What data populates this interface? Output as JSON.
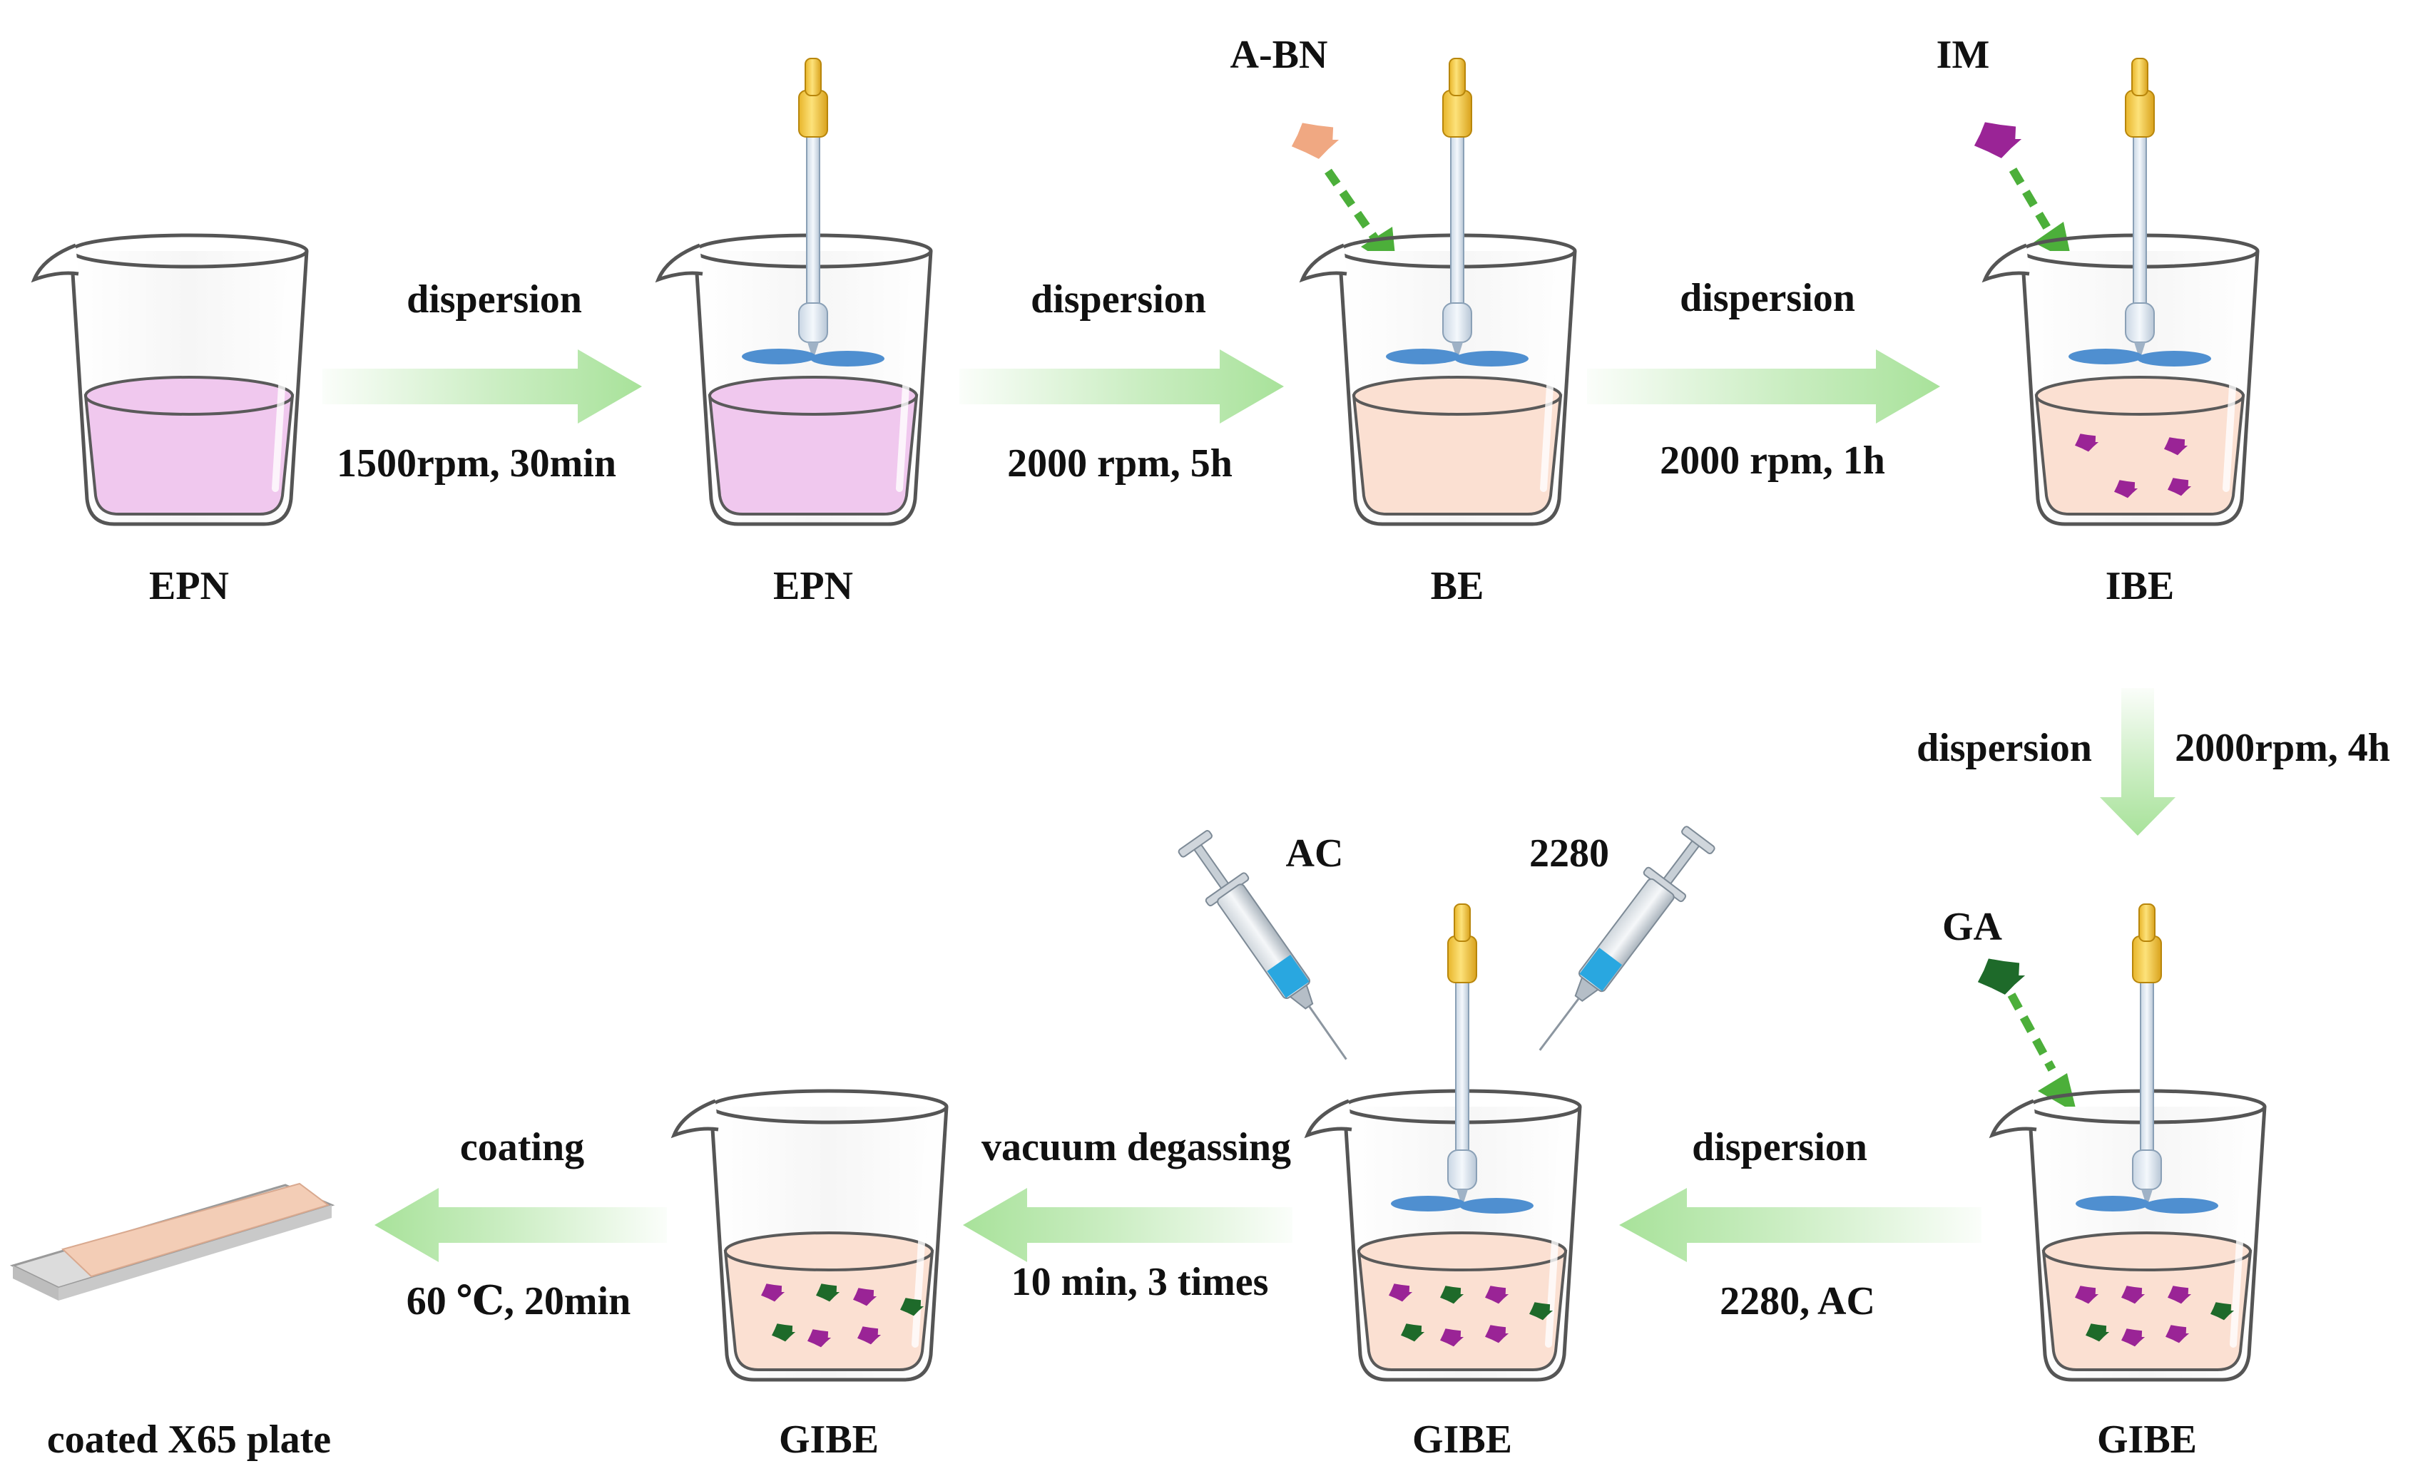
{
  "colors": {
    "epn_liquid": "#f0c8ee",
    "be_liquid": "#fbe0d2",
    "arrow_green": "#a8e29a",
    "drop_arrow": "#4caf3a",
    "abn_particle": "#f0a882",
    "im_particle": "#9a2496",
    "ga_particle": "#1e6a2a",
    "impeller": "#4f8fd0",
    "stirrer_cap": "#f2c641",
    "syringe_liquid": "#29a7e0",
    "plate_coating": "#f3cdb6",
    "plate_base": "#dcdcdc"
  },
  "icons": [
    "beaker-icon",
    "stirrer-icon",
    "syringe-icon",
    "particle-icon",
    "coated-plate-icon"
  ],
  "beakers": {
    "b1": "EPN",
    "b2": "EPN",
    "b3": "BE",
    "b4": "IBE",
    "b5": "GIBE",
    "b6": "GIBE",
    "b7": "GIBE"
  },
  "additives": {
    "abn": "A-BN",
    "im": "IM",
    "ga": "GA",
    "ac": "AC",
    "s2280": "2280"
  },
  "steps": {
    "s1": {
      "top": "dispersion",
      "bottom": "1500rpm, 30min"
    },
    "s2": {
      "top": "dispersion",
      "bottom": "2000 rpm, 5h"
    },
    "s3": {
      "top": "dispersion",
      "bottom": "2000 rpm, 1h"
    },
    "s4": {
      "left": "dispersion",
      "right": "2000rpm, 4h"
    },
    "s5": {
      "top": "dispersion",
      "bottom": "2280, AC"
    },
    "s6": {
      "top": "vacuum degassing",
      "bottom": "10 min, 3 times"
    },
    "s7": {
      "top": "coating",
      "bottom": "60 ℃, 20min"
    }
  },
  "product": "coated X65 plate"
}
